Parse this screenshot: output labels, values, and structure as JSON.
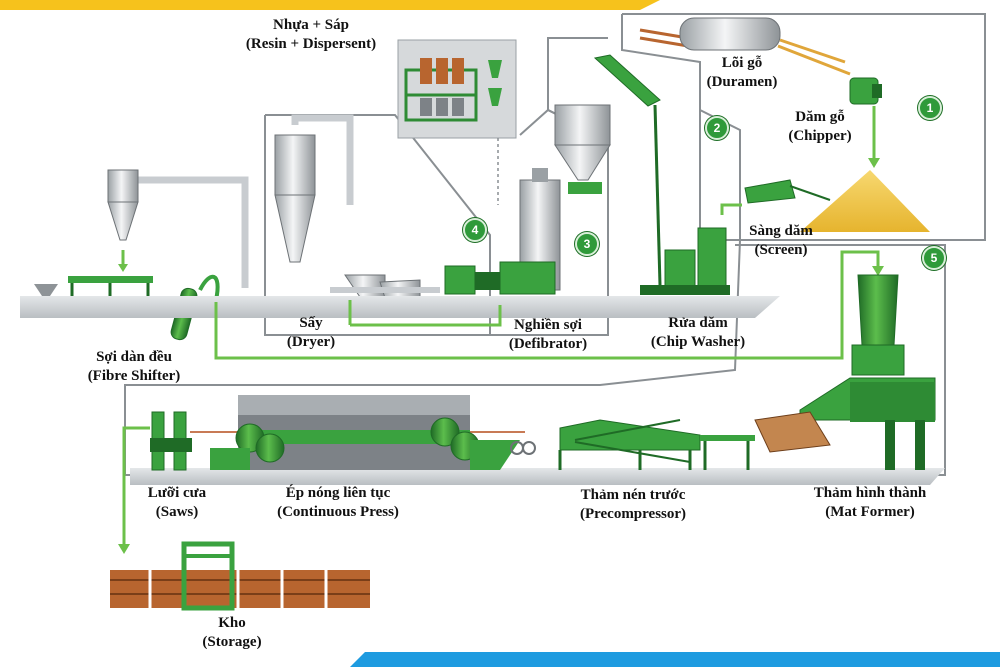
{
  "colors": {
    "accent_yellow": "#f6c21c",
    "accent_blue": "#1e9be0",
    "machine_green": "#3aa23f",
    "machine_dark": "#1f6b26",
    "line_green": "#6cc04a",
    "floor_grey": "#cfd3d6",
    "panel_grey": "#d6d9db"
  },
  "stations": [
    {
      "id": "resin",
      "vi": "Nhựa + Sáp",
      "en": "(Resin + Dispersent)"
    },
    {
      "id": "duramen",
      "vi": "Lõi gỗ",
      "en": "(Duramen)"
    },
    {
      "id": "chipper",
      "vi": "Dăm gỗ",
      "en": "(Chipper)"
    },
    {
      "id": "screen",
      "vi": "Sàng dăm",
      "en": "(Screen)"
    },
    {
      "id": "chip-washer",
      "vi": "Rửa dăm",
      "en": "(Chip Washer)"
    },
    {
      "id": "defibrator",
      "vi": "Nghiền sợi",
      "en": "(Defibrator)"
    },
    {
      "id": "dryer",
      "vi": "Sấy",
      "en": "(Dryer)"
    },
    {
      "id": "fibre-shifter",
      "vi": "Sợi dàn đều",
      "en": "(Fibre Shifter)"
    },
    {
      "id": "saws",
      "vi": "Lưỡi cưa",
      "en": "(Saws)"
    },
    {
      "id": "continuous-press",
      "vi": "Ép nóng liên tục",
      "en": "(Continuous Press)"
    },
    {
      "id": "precompressor",
      "vi": "Thảm nén trước",
      "en": "(Precompressor)"
    },
    {
      "id": "mat-former",
      "vi": "Thảm hình thành",
      "en": "(Mat Former)"
    },
    {
      "id": "storage",
      "vi": "Kho",
      "en": "(Storage)"
    }
  ],
  "steps": [
    "1",
    "2",
    "3",
    "4",
    "5"
  ]
}
